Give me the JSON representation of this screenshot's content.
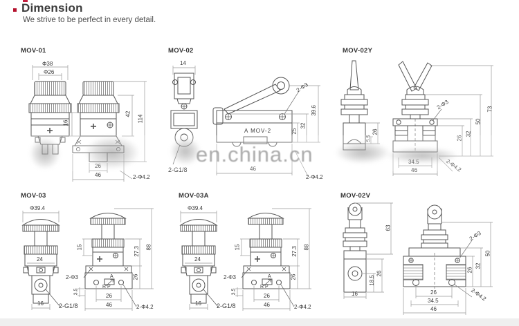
{
  "header": {
    "title": "Dimension",
    "subtitle": "We strive to be perfect in every detail.",
    "accent_color": "#b5122e"
  },
  "watermark": {
    "text": "en.china.cn"
  },
  "drawings": [
    {
      "model": "MOV-01",
      "dims": {
        "cap_dia": "Φ38",
        "button_dia": "Φ26",
        "upper_h": "16",
        "mid_h": "42",
        "total_h": "114",
        "port_span": "26",
        "base_w": "46",
        "mount_holes": "2-Φ4.2"
      }
    },
    {
      "model": "MOV-02",
      "dims": {
        "roller_w": "14",
        "pin_holes": "2-Φ3",
        "total_h": "39.6",
        "lever_h": "32",
        "body_h": "25",
        "nameplate": "A MOV-2",
        "base_w": "46",
        "port": "2-G1/8",
        "mount_holes": "2-Φ4.2"
      }
    },
    {
      "model": "MOV-02Y",
      "dims": {
        "pin_holes": "2-Φ3",
        "total_h": "73",
        "lever_h": "50",
        "mid_h": "32",
        "body_h": "26",
        "foot_h": "5.5",
        "side_h": "26",
        "hole_span": "34.5",
        "base_w": "46",
        "mount_holes": "2-Φ4.2"
      }
    },
    {
      "model": "MOV-03",
      "dims": {
        "cap_dia": "Φ39.4",
        "neck_w": "24",
        "knob_h": "15",
        "upper_h": "27.3",
        "total_h": "88",
        "body_h": "26",
        "pin_holes": "2-Φ3",
        "port_offset": "3.5",
        "port_a": "A",
        "port_rp": "R P",
        "port_span": "26",
        "base_w": "46",
        "mount_holes": "2-Φ4.2",
        "block_w": "16",
        "port": "2-G1/8"
      }
    },
    {
      "model": "MOV-03A",
      "dims": {
        "cap_dia": "Φ39.4",
        "neck_w": "24",
        "knob_h": "15",
        "upper_h": "27.3",
        "total_h": "88",
        "body_h": "26",
        "pin_holes": "2-Φ3",
        "port_offset": "3.5",
        "port_a": "A",
        "port_rp": "R P",
        "port_span": "26",
        "base_w": "46",
        "mount_holes": "2-Φ4.2",
        "block_w": "16",
        "port": "2-G1/8"
      }
    },
    {
      "model": "MOV-02V",
      "dims": {
        "total_side_h": "63",
        "side_body_h": "26",
        "port_h": "18.5",
        "block_w": "16",
        "pin_holes": "2-Φ3",
        "upper_h": "50",
        "mid_h": "32",
        "body_h": "26",
        "port_span": "26",
        "hole_span": "34.5",
        "base_w": "46",
        "mount_holes": "2-Φ4.2"
      }
    }
  ]
}
